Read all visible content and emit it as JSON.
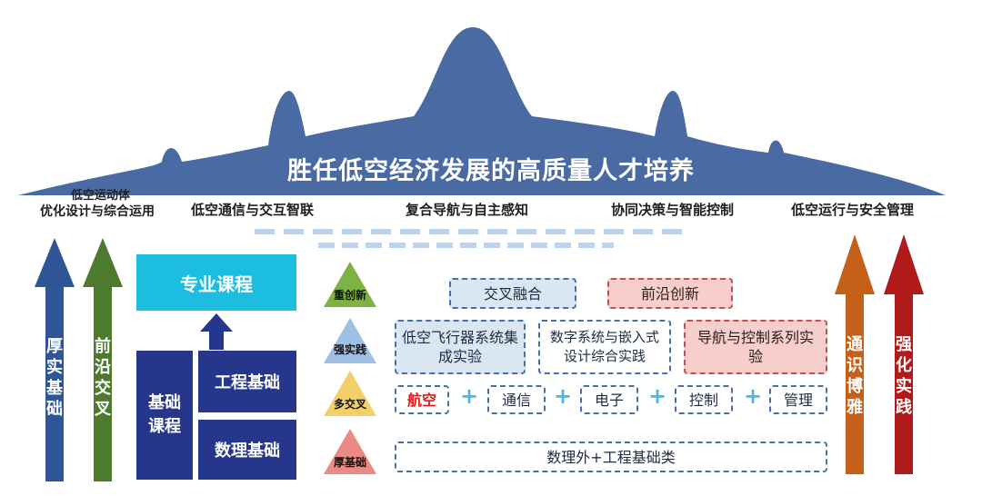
{
  "title": "胜任低空经济发展的高质量人才培养",
  "directions": [
    {
      "label_top": "低空运动体",
      "label": "优化设计与综合运用"
    },
    {
      "label": "低空通信与交互智联"
    },
    {
      "label": "复合导航与自主感知"
    },
    {
      "label": "协同决策与智能控制"
    },
    {
      "label": "低空运行与安全管理"
    }
  ],
  "left_arrows": [
    {
      "label": "厚实基础",
      "color": "#2e5596"
    },
    {
      "label": "前沿交叉",
      "color": "#4d7a2e"
    }
  ],
  "right_arrows": [
    {
      "label": "通识博雅",
      "color": "#c5601a"
    },
    {
      "label": "强化实践",
      "color": "#b01a1a"
    }
  ],
  "courses": {
    "professional": "专业课程",
    "basic": "基础课程",
    "engineering": "工程基础",
    "math": "数理基础"
  },
  "levels": [
    {
      "label": "重创新",
      "color": "#7db342"
    },
    {
      "label": "强实践",
      "color": "#9fbfe3"
    },
    {
      "label": "多交叉",
      "color": "#f3cf6a"
    },
    {
      "label": "厚基础",
      "color": "#ea8a84"
    }
  ],
  "innovation": {
    "cross": "交叉融合",
    "frontier": "前沿创新"
  },
  "practice": [
    "低空飞行器系统集成实验",
    "数字系统与嵌入式设计综合实践",
    "导航与控制系列实验"
  ],
  "disciplines": [
    "航空",
    "通信",
    "电子",
    "控制",
    "管理"
  ],
  "plus_sign": "+",
  "foundation": "数理外+工程基础类",
  "colors": {
    "mountain": "#4a6aa3",
    "professional": "#1dbde0",
    "basic": "#26368a"
  }
}
